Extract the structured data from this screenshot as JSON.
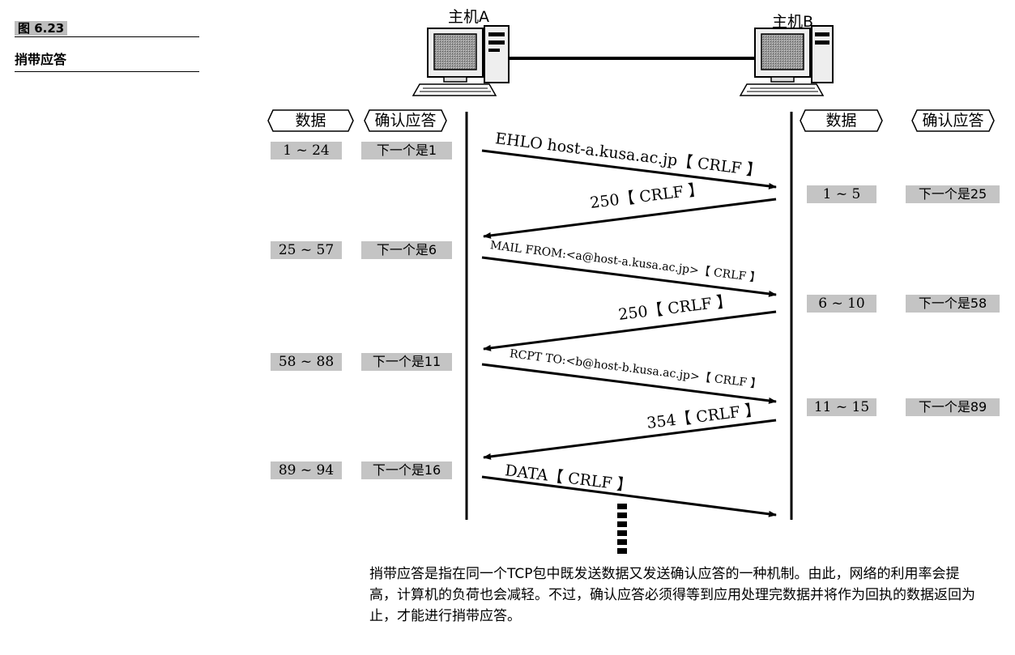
{
  "figure": {
    "label": "图 6.23",
    "title": "捎带应答"
  },
  "hosts": {
    "a_label": "主机A",
    "b_label": "主机B"
  },
  "column_headers": {
    "a_data": "数据",
    "a_ack": "确认应答",
    "b_data": "数据",
    "b_ack": "确认应答"
  },
  "host_a_rows": [
    {
      "data": "1 ~ 24",
      "ack": "下一个是1"
    },
    {
      "data": "25 ~ 57",
      "ack": "下一个是6"
    },
    {
      "data": "58 ~ 88",
      "ack": "下一个是11"
    },
    {
      "data": "89 ~ 94",
      "ack": "下一个是16"
    }
  ],
  "host_b_rows": [
    {
      "data": "1 ~ 5",
      "ack": "下一个是25"
    },
    {
      "data": "6 ~ 10",
      "ack": "下一个是58"
    },
    {
      "data": "11 ~ 15",
      "ack": "下一个是89"
    }
  ],
  "messages": [
    {
      "direction": "A→B",
      "text": "EHLO host-a.kusa.ac.jp【 CRLF 】"
    },
    {
      "direction": "B→A",
      "text": "250【 CRLF 】"
    },
    {
      "direction": "A→B",
      "text": "MAIL FROM:<a@host-a.kusa.ac.jp>【 CRLF 】"
    },
    {
      "direction": "B→A",
      "text": "250【 CRLF 】"
    },
    {
      "direction": "A→B",
      "text": "RCPT TO:<b@host-b.kusa.ac.jp>【 CRLF 】"
    },
    {
      "direction": "B→A",
      "text": "354【 CRLF 】"
    },
    {
      "direction": "A→B",
      "text": "DATA【 CRLF 】"
    }
  ],
  "caption": "捎带应答是指在同一个TCP包中既发送数据又发送确认应答的一种机制。由此，网络的利用率会提高，计算机的负荷也会减轻。不过，确认应答必须得等到应用处理完数据并将作为回执的数据返回为止，才能进行捎带应答。",
  "colors": {
    "cell_fill": "#c4c4c4",
    "line": "#000000"
  }
}
